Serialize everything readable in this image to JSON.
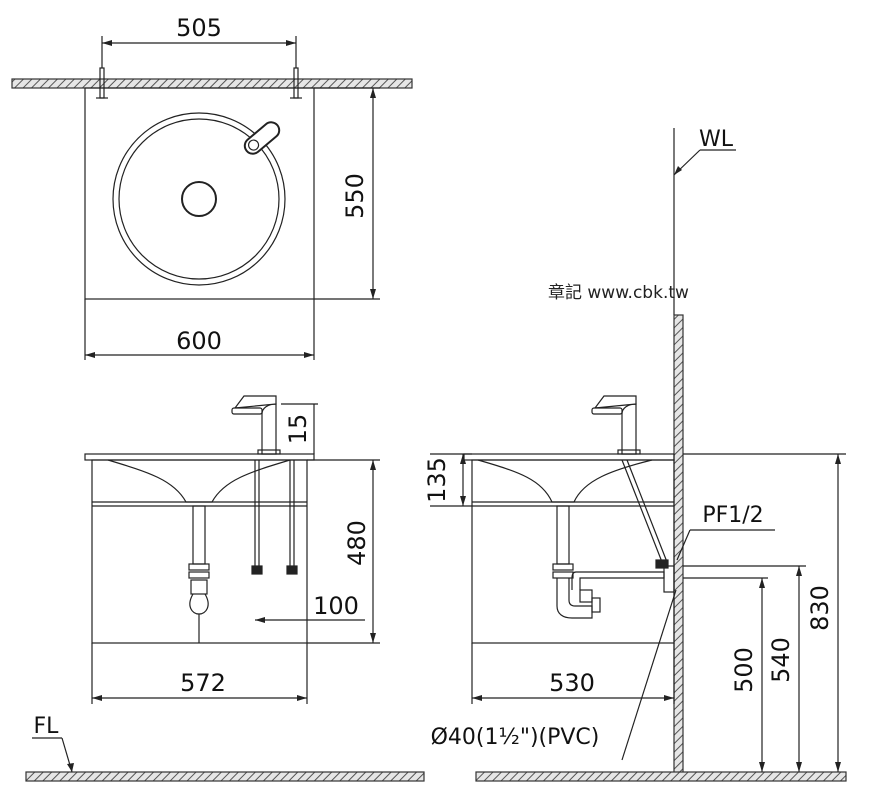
{
  "dimensions": {
    "top_faucet_spacing": "505",
    "top_depth": "550",
    "top_width": "600",
    "front_faucet_height": "15",
    "front_cabinet_height": "480",
    "front_drain_offset": "100",
    "front_cabinet_width": "572",
    "side_basin_height": "135",
    "side_cabinet_depth": "530",
    "side_trap_height": "500",
    "side_supply_height": "540",
    "side_counter_height": "830"
  },
  "labels": {
    "wall_line": "WL",
    "floor_line": "FL",
    "supply_fitting": "PF1/2",
    "drain_pipe": "Ø40(1½\")(PVC)"
  },
  "watermark": "章記 www.cbk.tw"
}
